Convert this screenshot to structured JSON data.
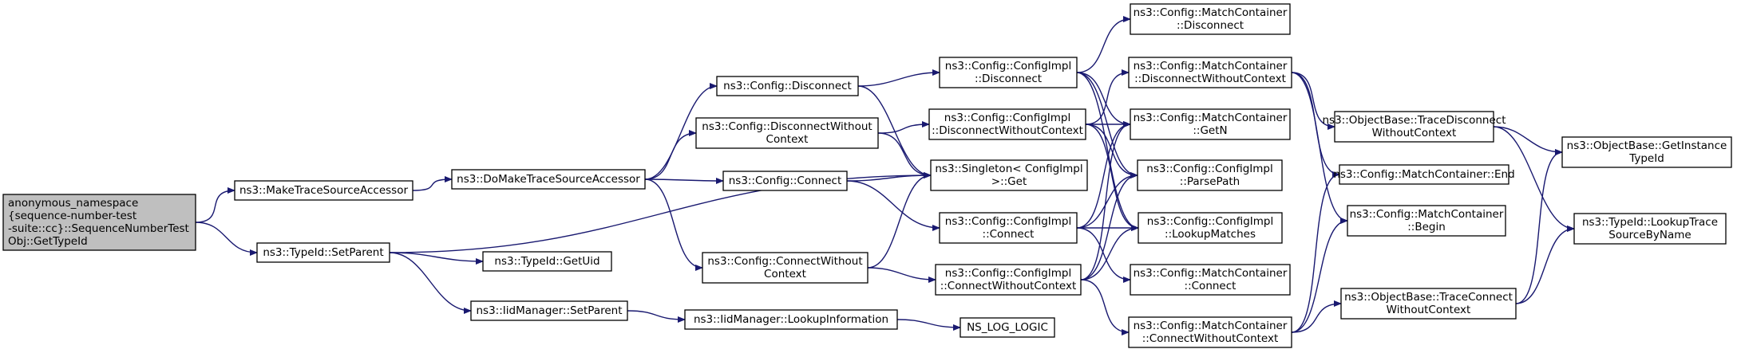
{
  "nodes": [
    {
      "id": "root",
      "lines": [
        "anonymous_namespace",
        "{sequence-number-test",
        "-suite::cc}::SequenceNumberTest",
        "Obj::GetTypeId"
      ],
      "highlight": true
    },
    {
      "id": "make_tsa",
      "lines": [
        "ns3::MakeTraceSourceAccessor"
      ]
    },
    {
      "id": "set_parent",
      "lines": [
        "ns3::TypeId::SetParent"
      ]
    },
    {
      "id": "do_make_tsa",
      "lines": [
        "ns3::DoMakeTraceSourceAccessor"
      ]
    },
    {
      "id": "get_uid",
      "lines": [
        "ns3::TypeId::GetUid"
      ]
    },
    {
      "id": "iid_set_parent",
      "lines": [
        "ns3::IidManager::SetParent"
      ]
    },
    {
      "id": "cfg_disconnect",
      "lines": [
        "ns3::Config::Disconnect"
      ]
    },
    {
      "id": "cfg_disconnect_wc",
      "lines": [
        "ns3::Config::DisconnectWithout",
        "Context"
      ]
    },
    {
      "id": "cfg_connect",
      "lines": [
        "ns3::Config::Connect"
      ]
    },
    {
      "id": "cfg_connect_wc",
      "lines": [
        "ns3::Config::ConnectWithout",
        "Context"
      ]
    },
    {
      "id": "iid_lookup_info",
      "lines": [
        "ns3::IidManager::LookupInformation"
      ]
    },
    {
      "id": "impl_disconnect",
      "lines": [
        "ns3::Config::ConfigImpl",
        "::Disconnect"
      ]
    },
    {
      "id": "impl_disconnect_wc",
      "lines": [
        "ns3::Config::ConfigImpl",
        "::DisconnectWithoutContext"
      ]
    },
    {
      "id": "singleton_get",
      "lines": [
        "ns3::Singleton< ConfigImpl",
        " >::Get"
      ]
    },
    {
      "id": "impl_connect",
      "lines": [
        "ns3::Config::ConfigImpl",
        "::Connect"
      ]
    },
    {
      "id": "impl_connect_wc",
      "lines": [
        "ns3::Config::ConfigImpl",
        "::ConnectWithoutContext"
      ]
    },
    {
      "id": "ns_log_logic",
      "lines": [
        "NS_LOG_LOGIC"
      ]
    },
    {
      "id": "mc_disconnect",
      "lines": [
        "ns3::Config::MatchContainer",
        "::Disconnect"
      ]
    },
    {
      "id": "mc_disconnect_wc",
      "lines": [
        "ns3::Config::MatchContainer",
        "::DisconnectWithoutContext"
      ]
    },
    {
      "id": "mc_getn",
      "lines": [
        "ns3::Config::MatchContainer",
        "::GetN"
      ]
    },
    {
      "id": "impl_parse_path",
      "lines": [
        "ns3::Config::ConfigImpl",
        "::ParsePath"
      ]
    },
    {
      "id": "impl_lookup_matches",
      "lines": [
        "ns3::Config::ConfigImpl",
        "::LookupMatches"
      ]
    },
    {
      "id": "mc_connect",
      "lines": [
        "ns3::Config::MatchContainer",
        "::Connect"
      ]
    },
    {
      "id": "mc_connect_wc",
      "lines": [
        "ns3::Config::MatchContainer",
        "::ConnectWithoutContext"
      ]
    },
    {
      "id": "ob_trace_disconnect_wc",
      "lines": [
        "ns3::ObjectBase::TraceDisconnect",
        "WithoutContext"
      ]
    },
    {
      "id": "mc_end",
      "lines": [
        "ns3::Config::MatchContainer::End"
      ]
    },
    {
      "id": "mc_begin",
      "lines": [
        "ns3::Config::MatchContainer",
        "::Begin"
      ]
    },
    {
      "id": "ob_trace_connect_wc",
      "lines": [
        "ns3::ObjectBase::TraceConnect",
        "WithoutContext"
      ]
    },
    {
      "id": "ob_get_instance_typeid",
      "lines": [
        "ns3::ObjectBase::GetInstance",
        "TypeId"
      ]
    },
    {
      "id": "typeid_lookup_trace",
      "lines": [
        "ns3::TypeId::LookupTrace",
        "SourceByName"
      ]
    }
  ],
  "edges": [
    [
      "root",
      "make_tsa"
    ],
    [
      "root",
      "set_parent"
    ],
    [
      "make_tsa",
      "do_make_tsa"
    ],
    [
      "do_make_tsa",
      "cfg_disconnect"
    ],
    [
      "do_make_tsa",
      "cfg_disconnect_wc"
    ],
    [
      "do_make_tsa",
      "cfg_connect"
    ],
    [
      "do_make_tsa",
      "cfg_connect_wc"
    ],
    [
      "set_parent",
      "singleton_get"
    ],
    [
      "set_parent",
      "get_uid"
    ],
    [
      "set_parent",
      "iid_set_parent"
    ],
    [
      "iid_set_parent",
      "iid_lookup_info"
    ],
    [
      "iid_lookup_info",
      "ns_log_logic"
    ],
    [
      "cfg_disconnect",
      "impl_disconnect"
    ],
    [
      "cfg_disconnect",
      "singleton_get"
    ],
    [
      "cfg_disconnect_wc",
      "impl_disconnect_wc"
    ],
    [
      "cfg_disconnect_wc",
      "singleton_get"
    ],
    [
      "cfg_connect",
      "singleton_get"
    ],
    [
      "cfg_connect",
      "impl_connect"
    ],
    [
      "cfg_connect_wc",
      "singleton_get"
    ],
    [
      "cfg_connect_wc",
      "impl_connect_wc"
    ],
    [
      "impl_disconnect",
      "mc_disconnect"
    ],
    [
      "impl_disconnect",
      "mc_getn"
    ],
    [
      "impl_disconnect",
      "impl_parse_path"
    ],
    [
      "impl_disconnect",
      "impl_lookup_matches"
    ],
    [
      "impl_disconnect_wc",
      "mc_disconnect_wc"
    ],
    [
      "impl_disconnect_wc",
      "mc_getn"
    ],
    [
      "impl_disconnect_wc",
      "impl_parse_path"
    ],
    [
      "impl_disconnect_wc",
      "impl_lookup_matches"
    ],
    [
      "impl_connect",
      "mc_getn"
    ],
    [
      "impl_connect",
      "impl_parse_path"
    ],
    [
      "impl_connect",
      "impl_lookup_matches"
    ],
    [
      "impl_connect",
      "mc_connect"
    ],
    [
      "impl_connect_wc",
      "mc_getn"
    ],
    [
      "impl_connect_wc",
      "impl_parse_path"
    ],
    [
      "impl_connect_wc",
      "impl_lookup_matches"
    ],
    [
      "impl_connect_wc",
      "mc_connect_wc"
    ],
    [
      "mc_disconnect_wc",
      "ob_trace_disconnect_wc"
    ],
    [
      "mc_disconnect_wc",
      "mc_end"
    ],
    [
      "mc_disconnect_wc",
      "mc_begin"
    ],
    [
      "mc_connect_wc",
      "mc_end"
    ],
    [
      "mc_connect_wc",
      "mc_begin"
    ],
    [
      "mc_connect_wc",
      "ob_trace_connect_wc"
    ],
    [
      "ob_trace_disconnect_wc",
      "ob_get_instance_typeid"
    ],
    [
      "ob_trace_disconnect_wc",
      "typeid_lookup_trace"
    ],
    [
      "ob_trace_connect_wc",
      "ob_get_instance_typeid"
    ],
    [
      "ob_trace_connect_wc",
      "typeid_lookup_trace"
    ]
  ]
}
